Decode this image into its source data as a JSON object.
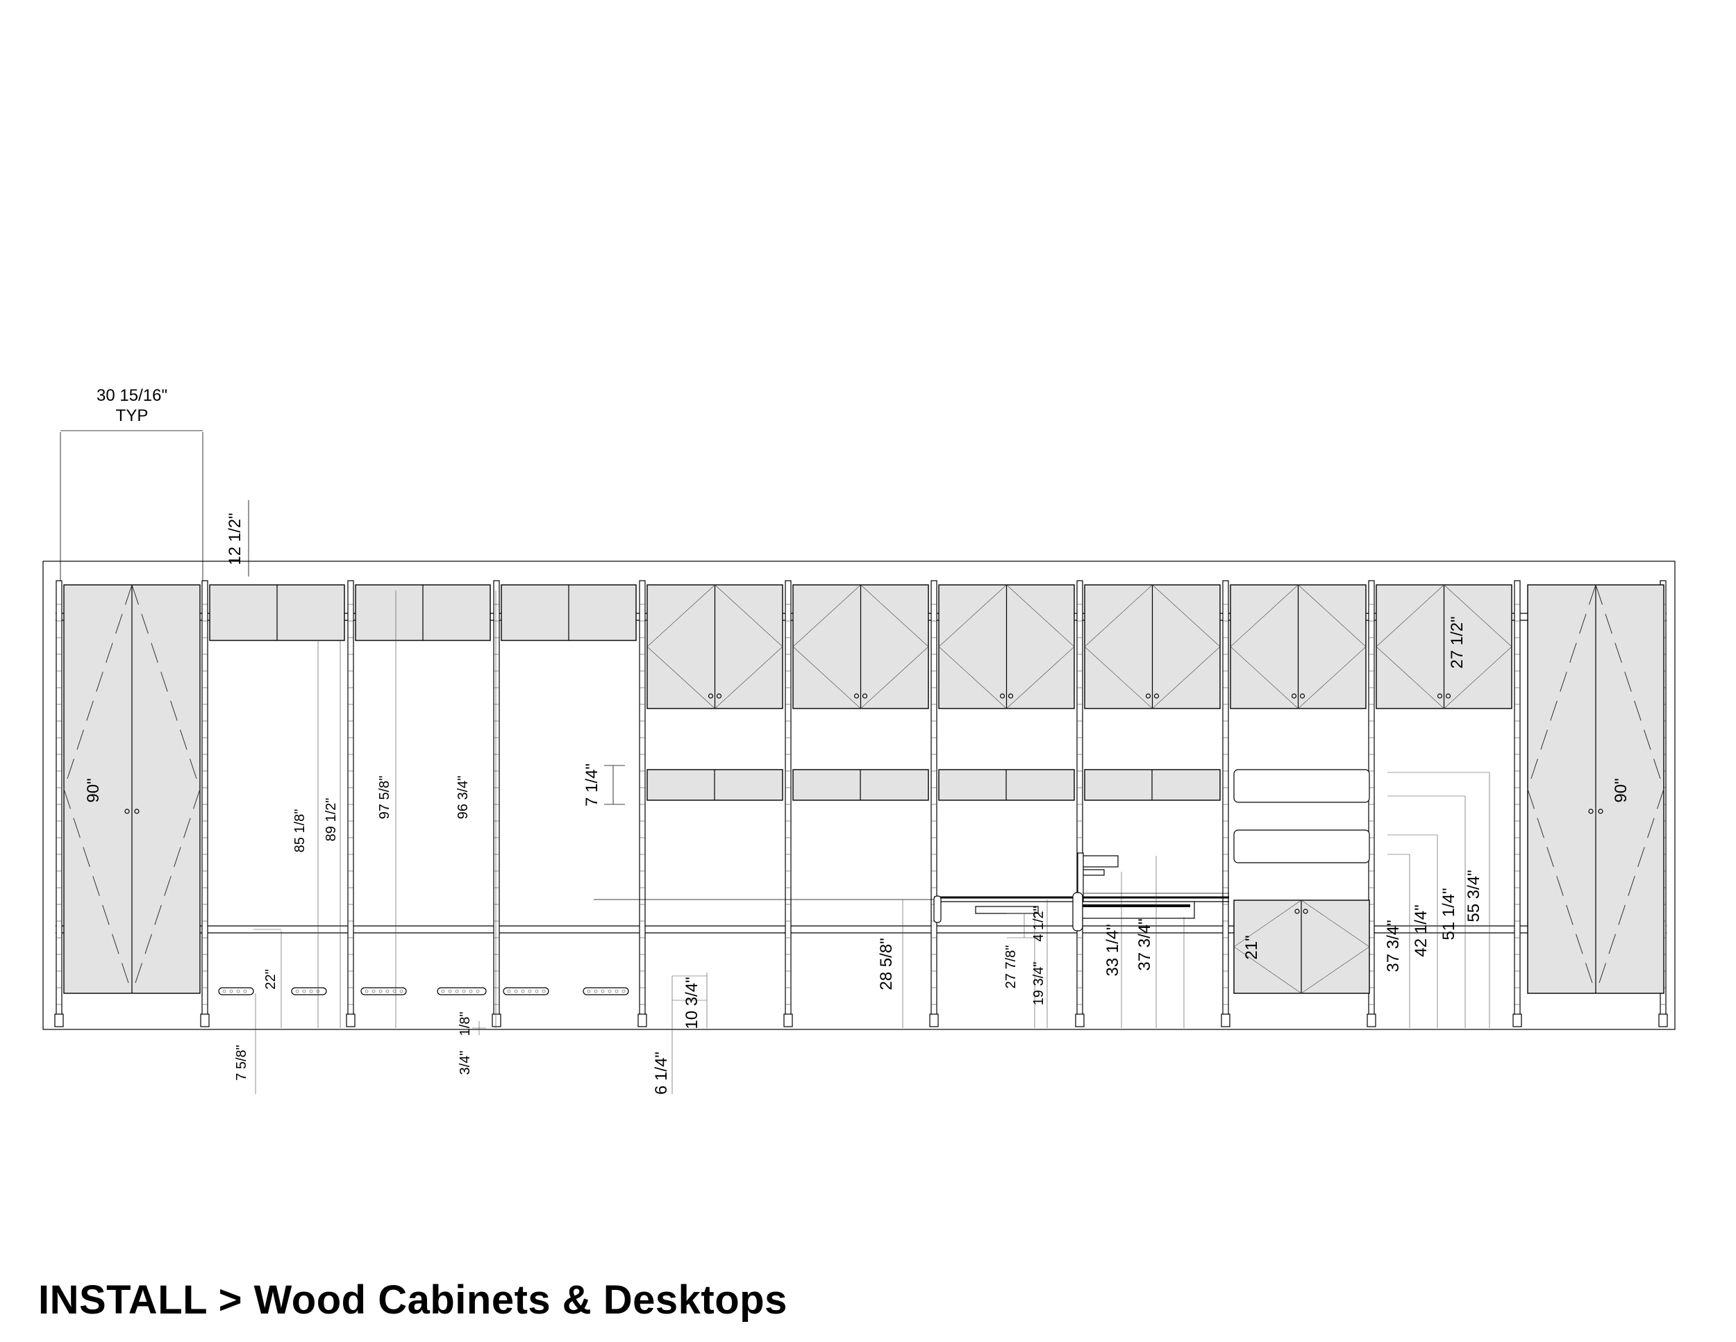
{
  "title": "INSTALL > Wood Cabinets & Desktops",
  "dimensions": {
    "top_width": "30 15/16\"",
    "top_width_note": "TYP",
    "upper_offset": "12 1/2\"",
    "tall_left_height": "90\"",
    "tall_right_height": "90\"",
    "post_a": "85 1/8\"",
    "post_b": "89 1/2\"",
    "post_c": "97 5/8\"",
    "post_d": "96 3/4\"",
    "shelf_height": "7 1/4\"",
    "upper_cab_height": "27 1/2\"",
    "foot_22": "22\"",
    "foot_7_5_8": "7 5/8\"",
    "foot_1_8": "1/8\"",
    "foot_3_4": "3/4\"",
    "foot_10_3_4": "10 3/4\"",
    "foot_6_1_4": "6 1/4\"",
    "desk_28_5_8": "28 5/8\"",
    "desk_27_7_8": "27 7/8\"",
    "desk_19_3_4": "19 3/4\"",
    "desk_4_1_2": "4 1/2\"",
    "desk_33_1_4": "33 1/4\"",
    "desk_37_3_4": "37 3/4\"",
    "base_cab_height": "21\"",
    "right_37_3_4": "37 3/4\"",
    "right_42_1_4": "42 1/4\"",
    "right_51_1_4": "51 1/4\"",
    "right_55_3_4": "55 3/4\""
  }
}
